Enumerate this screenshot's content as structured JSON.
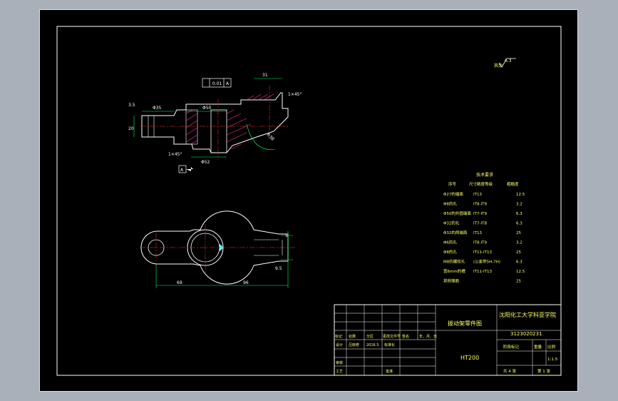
{
  "colors": {
    "background": "#000000",
    "outline": "#ffffff",
    "part": "#ffffff",
    "dimension": "#00ff66",
    "center": "#ff3333",
    "text_yellow": "#ffff66",
    "text_cyan": "#66ffff",
    "frame_bg": "#a9b0ba"
  },
  "roughness_note": {
    "label": "其余",
    "value": "6.3"
  },
  "top_view_dims": {
    "d_left": "Φ35",
    "d_mid": "Φ50",
    "d_bottom": "Φ52",
    "w_top": "31",
    "w_left": "3.5",
    "h_left": "20",
    "chamfer_top": "1×45°",
    "chamfer_bottom": "1×45°",
    "r_right": "R38",
    "tol_frame": "0.01",
    "datum_a": "A"
  },
  "bottom_view_dims": {
    "len_left": "69",
    "len_right": "96",
    "slot_top": "5",
    "slot_bottom": "9.5"
  },
  "tech_req": {
    "title": "技术要求",
    "headers": [
      "序号",
      "尺寸精度等级",
      "粗糙度"
    ],
    "rows": [
      [
        "Φ27的端面",
        "IT13",
        "12.5"
      ],
      [
        "Φ8的孔",
        "IT8-IT9",
        "3.2"
      ],
      [
        "Φ50的外圆端面",
        "IT7-IT9",
        "6.3"
      ],
      [
        "Φ32的孔",
        "IT7-IT8",
        "6.3"
      ],
      [
        "Φ32的两端面",
        "IT13",
        "25"
      ],
      [
        "Φ6的孔",
        "IT8-IT9",
        "3.2"
      ],
      [
        "Φ8的孔",
        "IT11-IT13",
        "25"
      ],
      [
        "M8的螺纹孔",
        "(公差带5H-7H)",
        "6.3"
      ],
      [
        "宽6mm的槽",
        "IT11-IT13",
        "12.5"
      ],
      [
        "其他端面",
        "",
        "25"
      ]
    ]
  },
  "title_block": {
    "part_name": "拨动架零件图",
    "school": "沈阳化工大学科亚学院",
    "code": "3123020231",
    "material": "HT200",
    "row_labels": [
      "标记",
      "处数",
      "分区",
      "更改文件号",
      "签名",
      "年、月、日"
    ],
    "design_label": "设计",
    "designer": "吕晓奇",
    "date": "2016.5",
    "std_label": "标准化",
    "stage_label": "阶段标记",
    "weight_label": "重量",
    "scale_label": "比例",
    "scale": "1:1.5",
    "review_label": "审核",
    "process_label": "工艺",
    "approve_label": "批准",
    "sheet_total": "共 4 张",
    "sheet_no": "第 1 张"
  }
}
